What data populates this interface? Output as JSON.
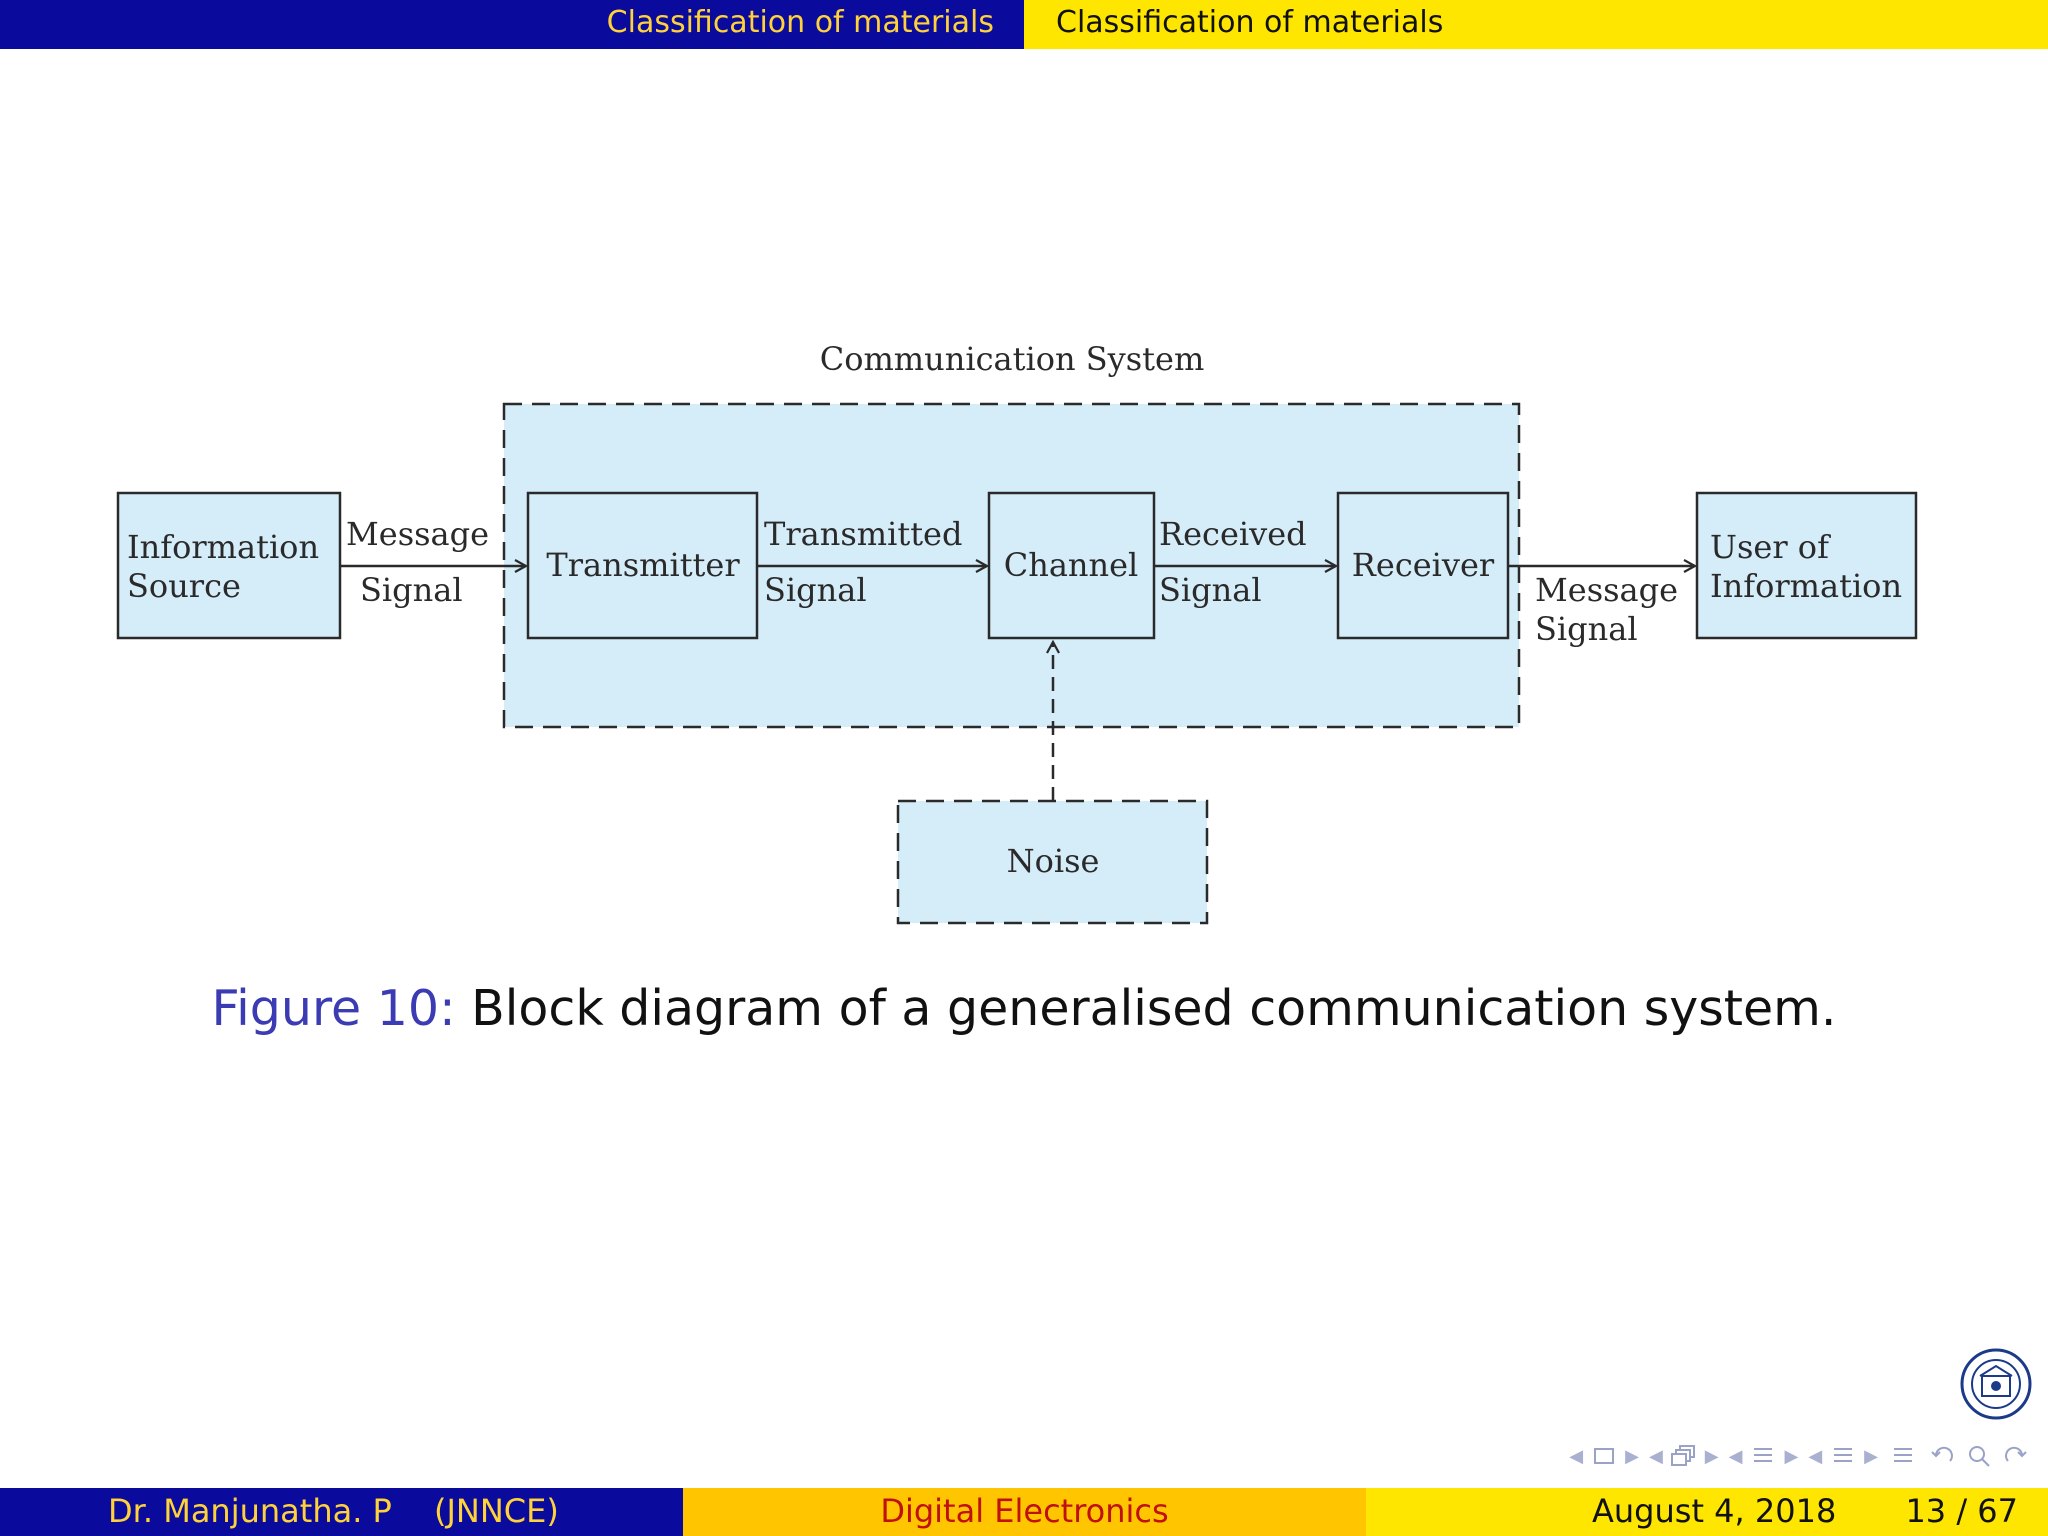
{
  "header": {
    "section": "Classification of materials",
    "subsection": "Classification of materials"
  },
  "diagram": {
    "system_label": "Communication System",
    "blocks": {
      "source_line1": "Information",
      "source_line2": "Source",
      "transmitter": "Transmitter",
      "channel": "Channel",
      "receiver": "Receiver",
      "user_line1": "User of",
      "user_line2": "Information",
      "noise": "Noise"
    },
    "signals": {
      "message_in_line1": "Message",
      "message_in_line2": "Signal",
      "transmitted_line1": "Transmitted",
      "transmitted_line2": "Signal",
      "received_line1": "Received",
      "received_line2": "Signal",
      "message_out_line1": "Message",
      "message_out_line2": "Signal"
    },
    "colors": {
      "block_fill": "#d5ecf9",
      "stroke": "#2a2a2a"
    }
  },
  "caption": {
    "label": "Figure 10:",
    "text": "Block diagram of a generalised communication system."
  },
  "footer": {
    "author": "Dr. Manjunatha. P",
    "institution": "(JNNCE)",
    "course": "Digital Electronics",
    "date": "August 4, 2018",
    "page": "13 / 67"
  }
}
